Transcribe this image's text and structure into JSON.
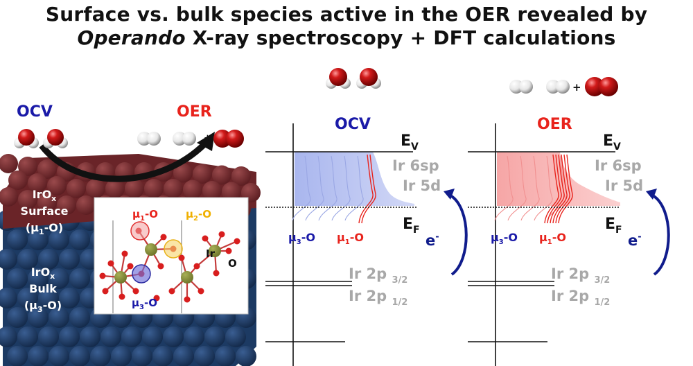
{
  "title": {
    "line1": "Surface vs. bulk species active in the OER revealed by",
    "line2_italic": "Operando",
    "line2_rest": " X-ray spectroscopy + DFT calculations"
  },
  "left": {
    "ocv_label": "OCV",
    "oer_label": "OER",
    "plus": "+",
    "surface_label": {
      "line1": "IrO",
      "sub": "x",
      "line2": "Surface",
      "line3_pre": "(μ",
      "line3_sub": "1",
      "line3_post": "-O)"
    },
    "bulk_label": {
      "line1": "IrO",
      "sub": "x",
      "line2": "Bulk",
      "line3_pre": "(μ",
      "line3_sub": "3",
      "line3_post": "-O)"
    },
    "inset": {
      "mu1": {
        "pre": "μ",
        "sub": "1",
        "post": "-O"
      },
      "mu2": {
        "pre": "μ",
        "sub": "2",
        "post": "-O"
      },
      "mu3": {
        "pre": "μ",
        "sub": "3",
        "post": "-O"
      },
      "ir": "Ir",
      "o": "O"
    }
  },
  "panels": [
    {
      "title": "OCV",
      "ev": {
        "main": "E",
        "sub": "V"
      },
      "ef": {
        "main": "E",
        "sub": "F"
      },
      "ir6sp": "Ir 6sp",
      "ir5d": "Ir 5d",
      "ir2p32": {
        "main": "Ir 2p",
        "sub": "3/2"
      },
      "ir2p12": {
        "main": "Ir 2p",
        "sub": "1/2"
      },
      "mu3": {
        "pre": "μ",
        "sub": "3",
        "post": "-O"
      },
      "mu1": {
        "pre": "μ",
        "sub": "1",
        "post": "-O"
      },
      "electron": {
        "main": "e",
        "sup": "-"
      }
    },
    {
      "title": "OER",
      "ev": {
        "main": "E",
        "sub": "V"
      },
      "ef": {
        "main": "E",
        "sub": "F"
      },
      "ir6sp": "Ir 6sp",
      "ir5d": "Ir 5d",
      "ir2p32": {
        "main": "Ir 2p",
        "sub": "3/2"
      },
      "ir2p12": {
        "main": "Ir 2p",
        "sub": "1/2"
      },
      "mu3": {
        "pre": "μ",
        "sub": "3",
        "post": "-O"
      },
      "mu1": {
        "pre": "μ",
        "sub": "1",
        "post": "-O"
      },
      "electron": {
        "main": "e",
        "sup": "-"
      }
    }
  ],
  "top_plus": "+",
  "colors": {
    "blue_label": "#1a1aa8",
    "red_label": "#e8231c",
    "grey_label": "#a8a8a8",
    "surface": "#7a2a2e",
    "bulk": "#1c3a63",
    "blue_fill": "#b8c2f0",
    "red_fill": "#f7b8b8",
    "arrow_blue": "#101c8c"
  },
  "icons": [
    "water-molecule-icon",
    "hydrogen-molecule-icon",
    "oxygen-molecule-icon",
    "electron-transfer-arrow-icon"
  ]
}
